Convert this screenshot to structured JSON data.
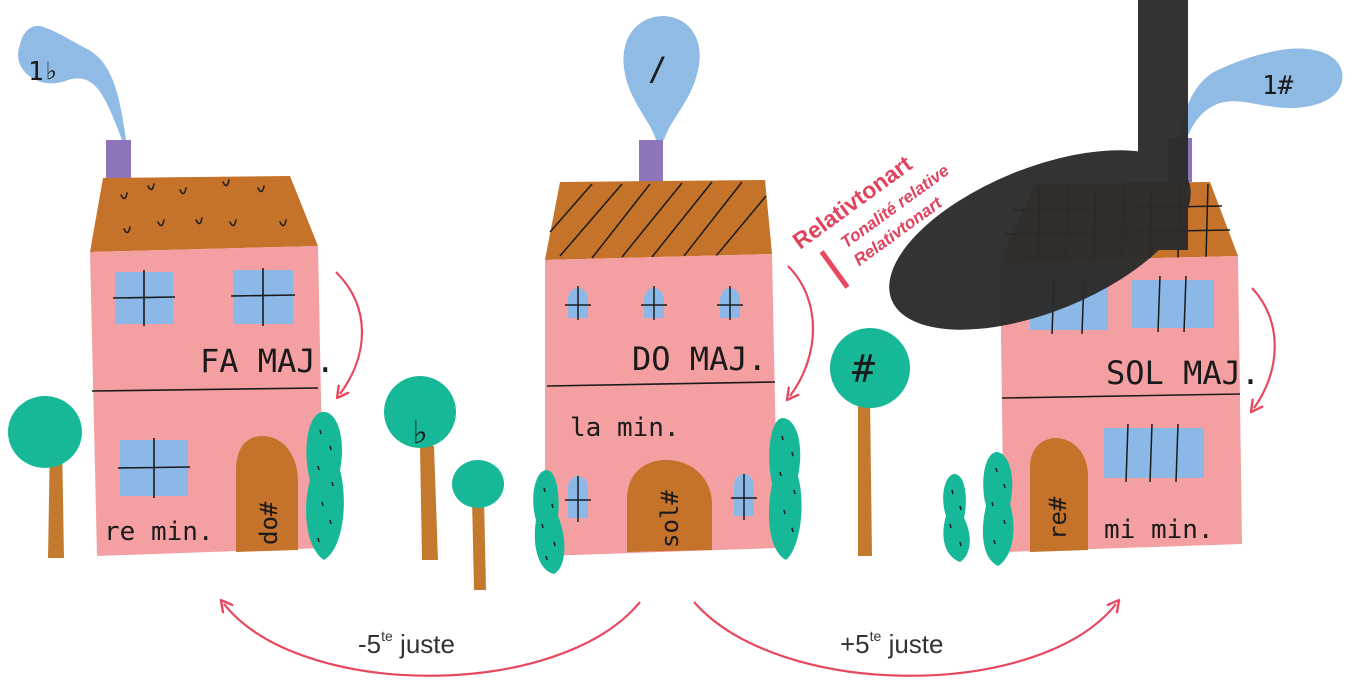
{
  "colors": {
    "wall": "#f4a0a3",
    "roof": "#c5722b",
    "window": "#8bb8e6",
    "smoke": "#8fbbe5",
    "chimney": "#8e74b8",
    "tree": "#17b897",
    "trunk": "#c47a2e",
    "arrow": "#e8485f",
    "ink": "#1a1a1a",
    "note": "#2b2b2b"
  },
  "houses": [
    {
      "id": "fa",
      "smoke_label": "1♭",
      "major_label": "FA MAJ.",
      "minor_label": "re min.",
      "door_label": "do#"
    },
    {
      "id": "do",
      "smoke_label": "/",
      "major_label": "DO MAJ.",
      "minor_label": "la min.",
      "door_label": "sol#"
    },
    {
      "id": "sol",
      "smoke_label": "1#",
      "major_label": "SOL MAJ.",
      "minor_label": "mi min.",
      "door_label": "re#"
    }
  ],
  "trees": {
    "flat_tree_label": "♭",
    "sharp_tree_label": "#"
  },
  "arrows": {
    "left": {
      "base": "-5",
      "sup": "te",
      "rest": " juste"
    },
    "right": {
      "base": "+5",
      "sup": "te",
      "rest": " juste"
    }
  },
  "brand": {
    "line1": "Relativtonart",
    "line2": "Tonalité relative",
    "line3": "Relativtonart"
  }
}
